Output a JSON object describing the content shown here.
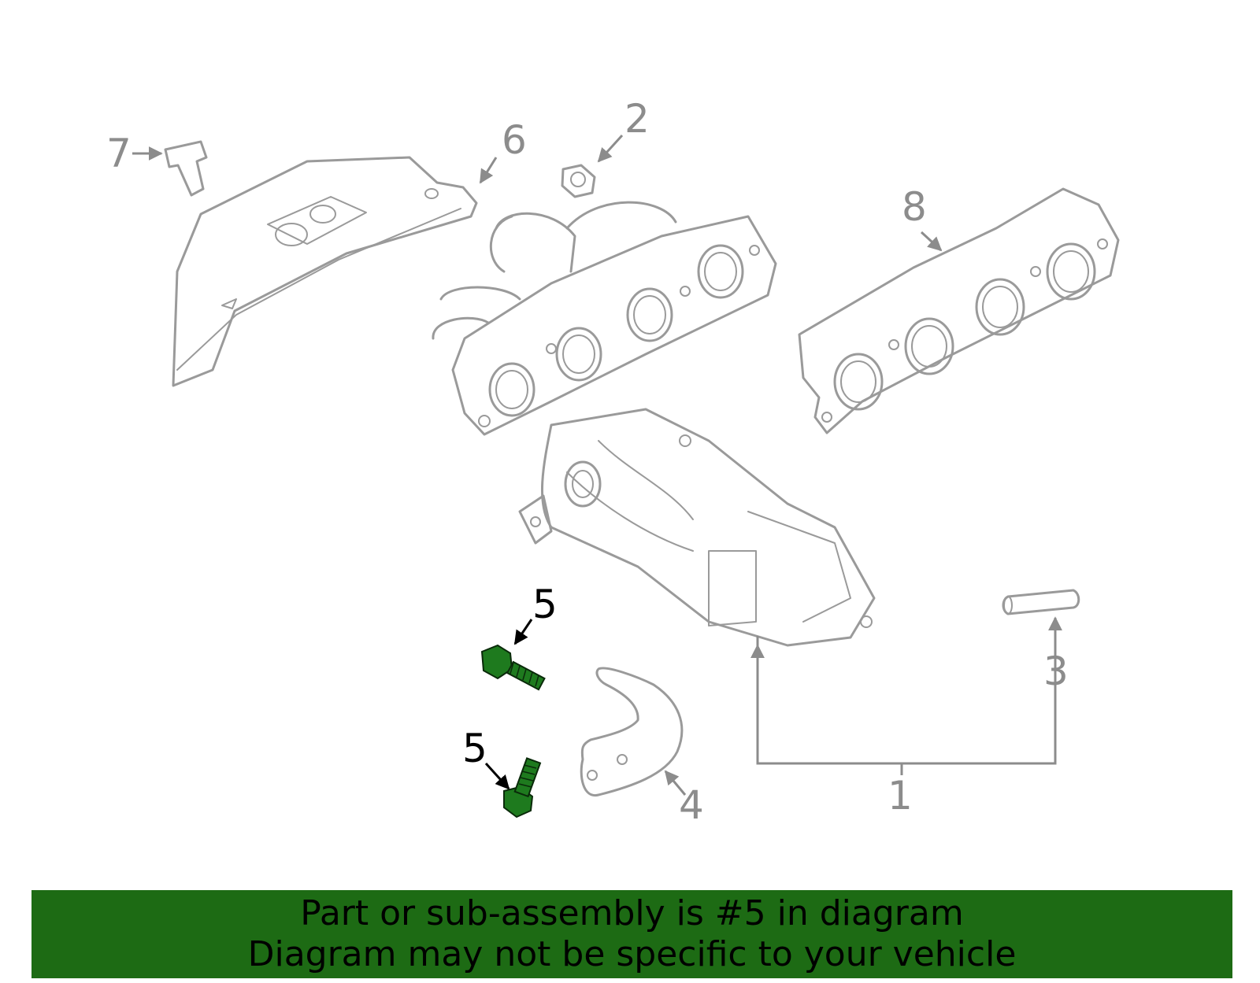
{
  "callouts": {
    "c1": "1",
    "c2": "2",
    "c3": "3",
    "c4": "4",
    "c5a": "5",
    "c5b": "5",
    "c6": "6",
    "c7": "7",
    "c8": "8"
  },
  "highlighted_part": "5",
  "colors": {
    "highlight": "#1e7a1e",
    "banner": "#1d6b14",
    "line_art": "#9a9a9a"
  },
  "banner": {
    "line1": "Part or sub-assembly is #5 in diagram",
    "line2": "Diagram may not be specific to your vehicle"
  }
}
